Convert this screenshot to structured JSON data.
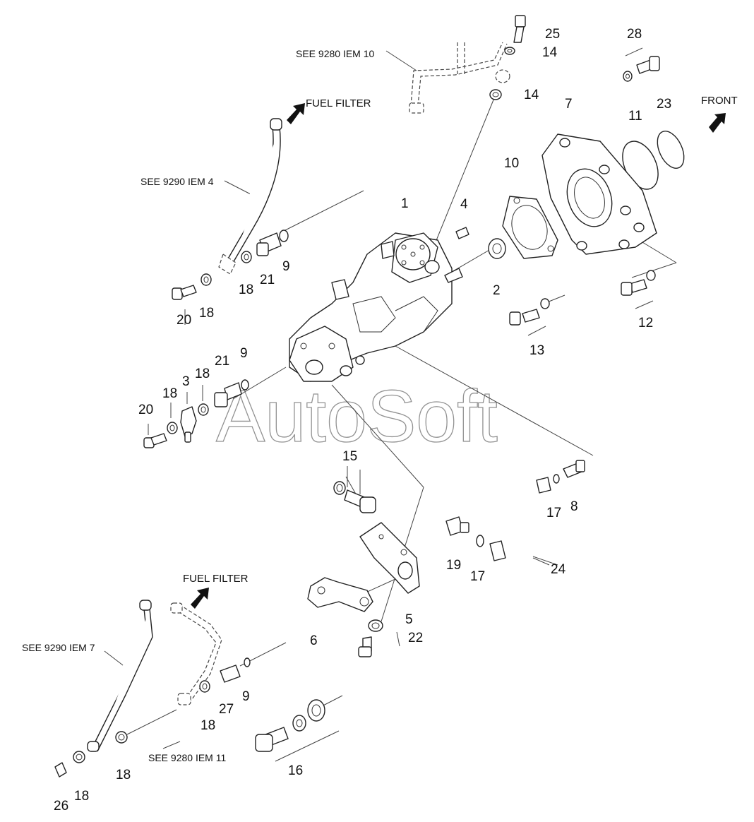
{
  "watermark": "AutoSoft",
  "direction_labels": {
    "front": "FRONT",
    "fuel_filter_top": "FUEL FILTER",
    "fuel_filter_bottom": "FUEL FILTER"
  },
  "references": {
    "see_9280_iem_10": "SEE 9280 IEM 10",
    "see_9290_iem_4": "SEE 9290 IEM 4",
    "see_9290_iem_7": "SEE 9290 IEM 7",
    "see_9280_iem_11": "SEE 9280 IEM 11"
  },
  "callouts": {
    "c1": "1",
    "c2": "2",
    "c3": "3",
    "c4": "4",
    "c5": "5",
    "c6": "6",
    "c7": "7",
    "c8": "8",
    "c9a": "9",
    "c9b": "9",
    "c9c": "9",
    "c10": "10",
    "c11": "11",
    "c12": "12",
    "c13": "13",
    "c14a": "14",
    "c14b": "14",
    "c15": "15",
    "c16": "16",
    "c17a": "17",
    "c17b": "17",
    "c18a": "18",
    "c18b": "18",
    "c18c": "18",
    "c18d": "18",
    "c18e": "18",
    "c18f": "18",
    "c18g": "18",
    "c19": "19",
    "c20a": "20",
    "c20b": "20",
    "c21a": "21",
    "c21b": "21",
    "c22": "22",
    "c23": "23",
    "c24": "24",
    "c25": "25",
    "c26": "26",
    "c27": "27",
    "c28": "28"
  }
}
